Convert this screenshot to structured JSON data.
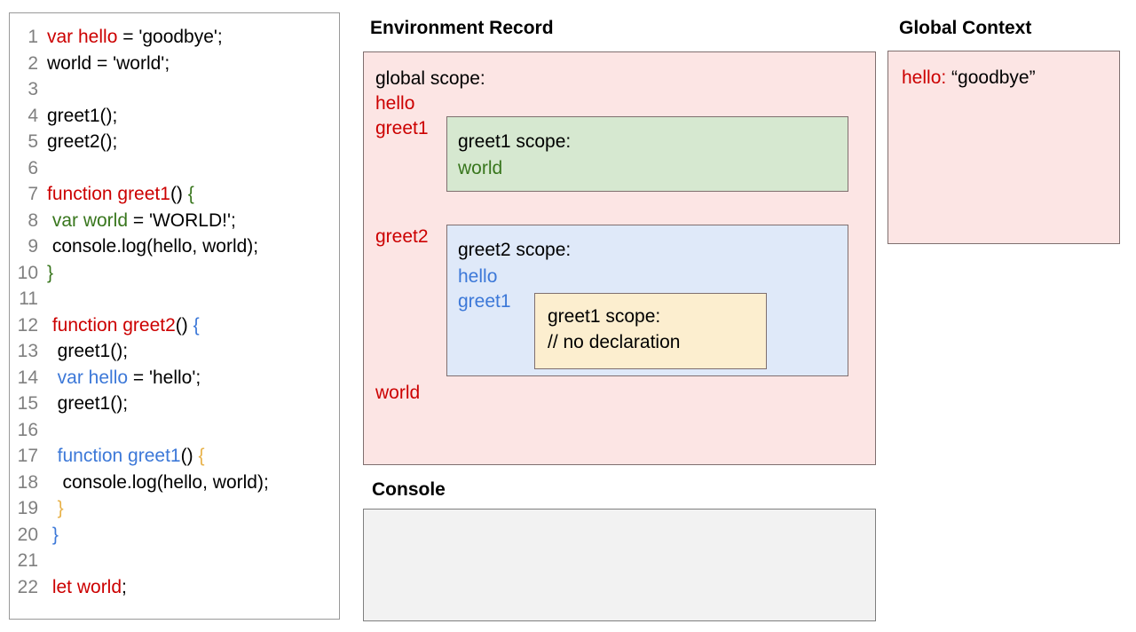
{
  "code_panel": {
    "lines": [
      {
        "n": "1",
        "tokens": [
          {
            "t": "var hello",
            "c": "red"
          },
          {
            "t": " = 'goodbye';",
            "c": "black"
          }
        ]
      },
      {
        "n": "2",
        "tokens": [
          {
            "t": "world = 'world';",
            "c": "black"
          }
        ]
      },
      {
        "n": "3",
        "tokens": []
      },
      {
        "n": "4",
        "tokens": [
          {
            "t": "greet1();",
            "c": "black"
          }
        ]
      },
      {
        "n": "5",
        "tokens": [
          {
            "t": "greet2();",
            "c": "black"
          }
        ]
      },
      {
        "n": "6",
        "tokens": []
      },
      {
        "n": "7",
        "tokens": [
          {
            "t": "function greet1",
            "c": "red"
          },
          {
            "t": "() ",
            "c": "black"
          },
          {
            "t": "{",
            "c": "green"
          }
        ]
      },
      {
        "n": "8",
        "tokens": [
          {
            "t": " var world",
            "c": "green"
          },
          {
            "t": " = 'WORLD!';",
            "c": "black"
          }
        ]
      },
      {
        "n": "9",
        "tokens": [
          {
            "t": " console.log(hello, world);",
            "c": "black"
          }
        ]
      },
      {
        "n": "10",
        "tokens": [
          {
            "t": "}",
            "c": "green"
          }
        ]
      },
      {
        "n": "11",
        "tokens": []
      },
      {
        "n": "12",
        "tokens": [
          {
            "t": " function greet2",
            "c": "red"
          },
          {
            "t": "() ",
            "c": "black"
          },
          {
            "t": "{",
            "c": "blue"
          }
        ]
      },
      {
        "n": "13",
        "tokens": [
          {
            "t": "  greet1();",
            "c": "black"
          }
        ]
      },
      {
        "n": "14",
        "tokens": [
          {
            "t": "  var hello",
            "c": "blue"
          },
          {
            "t": " = 'hello';",
            "c": "black"
          }
        ]
      },
      {
        "n": "15",
        "tokens": [
          {
            "t": "  greet1();",
            "c": "black"
          }
        ]
      },
      {
        "n": "16",
        "tokens": []
      },
      {
        "n": "17",
        "tokens": [
          {
            "t": "  function greet1",
            "c": "blue"
          },
          {
            "t": "() ",
            "c": "black"
          },
          {
            "t": "{",
            "c": "yellow"
          }
        ]
      },
      {
        "n": "18",
        "tokens": [
          {
            "t": "   console.log(hello, world);",
            "c": "black"
          }
        ]
      },
      {
        "n": "19",
        "tokens": [
          {
            "t": "  }",
            "c": "yellow"
          }
        ]
      },
      {
        "n": "20",
        "tokens": [
          {
            "t": " }",
            "c": "blue"
          }
        ]
      },
      {
        "n": "21",
        "tokens": []
      },
      {
        "n": "22",
        "tokens": [
          {
            "t": " let world",
            "c": "red"
          },
          {
            "t": ";",
            "c": "black"
          }
        ]
      }
    ]
  },
  "environment_record": {
    "title": "Environment Record",
    "global_scope": {
      "heading": "global scope:",
      "bindings": [
        "hello",
        "greet1",
        "greet2",
        "world"
      ]
    },
    "greet1_scope": {
      "heading": "greet1 scope:",
      "bindings": [
        "world"
      ]
    },
    "greet2_scope": {
      "heading": "greet2 scope:",
      "bindings": [
        "hello",
        "greet1"
      ]
    },
    "greet1_inner_scope": {
      "heading": "greet1 scope:",
      "note": "// no declaration"
    }
  },
  "global_context": {
    "title": "Global Context",
    "entries": [
      {
        "key": "hello:",
        "value": "“goodbye”"
      }
    ]
  },
  "console": {
    "title": "Console",
    "output": ""
  },
  "colors": {
    "red": "#cc0000",
    "green": "#38761d",
    "blue": "#3c78d8",
    "yellow": "#e8b24a",
    "gutter_gray": "#808080",
    "pink_fill": "#fce5e4",
    "green_fill": "#d6e8d0",
    "blue_fill": "#dfe9f9",
    "yellow_fill": "#fceecf",
    "console_fill": "#f2f2f2",
    "box_border": "#7f6f6f"
  }
}
